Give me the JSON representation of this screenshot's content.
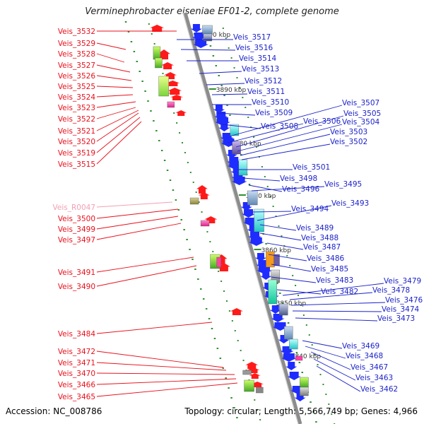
{
  "header": {
    "title": "Verminephrobacter eiseniae EF01-2, complete genome"
  },
  "footer": {
    "accession": "Accession: NC_008786",
    "summary": "Topology: circular; Length: 5,566,749 bp; Genes: 4,966"
  },
  "ruler": [
    {
      "label": "3900 kbp"
    },
    {
      "label": "3890 kbp"
    },
    {
      "label": "3880 kbp"
    },
    {
      "label": "3870 kbp"
    },
    {
      "label": "3860 kbp"
    },
    {
      "label": "3850 kbp"
    },
    {
      "label": "3840 kbp"
    }
  ],
  "colors": {
    "left_labels": "#e8101b",
    "rna_label": "#f2a0b4",
    "right_labels": "#1c22c8",
    "backbone": "#8c8c8c",
    "ticks": "#2f8f2f",
    "gene_red": "#ff1a1a",
    "gene_blue": "#1f2cff"
  },
  "left_labels": [
    {
      "text": "Veis_3532",
      "kind": "gene"
    },
    {
      "text": "Veis_3529",
      "kind": "gene"
    },
    {
      "text": "Veis_3528",
      "kind": "gene"
    },
    {
      "text": "Veis_3527",
      "kind": "gene"
    },
    {
      "text": "Veis_3526",
      "kind": "gene"
    },
    {
      "text": "Veis_3525",
      "kind": "gene"
    },
    {
      "text": "Veis_3524",
      "kind": "gene"
    },
    {
      "text": "Veis_3523",
      "kind": "gene"
    },
    {
      "text": "Veis_3522",
      "kind": "gene"
    },
    {
      "text": "Veis_3521",
      "kind": "gene"
    },
    {
      "text": "Veis_3520",
      "kind": "gene"
    },
    {
      "text": "Veis_3519",
      "kind": "gene"
    },
    {
      "text": "Veis_3515",
      "kind": "gene"
    },
    {
      "text": "Veis_R0047",
      "kind": "rna"
    },
    {
      "text": "Veis_3500",
      "kind": "gene"
    },
    {
      "text": "Veis_3499",
      "kind": "gene"
    },
    {
      "text": "Veis_3497",
      "kind": "gene"
    },
    {
      "text": "Veis_3491",
      "kind": "gene"
    },
    {
      "text": "Veis_3490",
      "kind": "gene"
    },
    {
      "text": "Veis_3484",
      "kind": "gene"
    },
    {
      "text": "Veis_3472",
      "kind": "gene"
    },
    {
      "text": "Veis_3471",
      "kind": "gene"
    },
    {
      "text": "Veis_3470",
      "kind": "gene"
    },
    {
      "text": "Veis_3466",
      "kind": "gene"
    },
    {
      "text": "Veis_3465",
      "kind": "gene"
    }
  ],
  "right_labels": [
    {
      "text": "Veis_3517"
    },
    {
      "text": "Veis_3516"
    },
    {
      "text": "Veis_3514"
    },
    {
      "text": "Veis_3513"
    },
    {
      "text": "Veis_3512"
    },
    {
      "text": "Veis_3511"
    },
    {
      "text": "Veis_3510"
    },
    {
      "text": "Veis_3509"
    },
    {
      "text": "Veis_3508"
    },
    {
      "text": "Veis_3507"
    },
    {
      "text": "Veis_3506"
    },
    {
      "text": "Veis_3505"
    },
    {
      "text": "Veis_3504"
    },
    {
      "text": "Veis_3503"
    },
    {
      "text": "Veis_3502"
    },
    {
      "text": "Veis_3501"
    },
    {
      "text": "Veis_3498"
    },
    {
      "text": "Veis_3496"
    },
    {
      "text": "Veis_3495"
    },
    {
      "text": "Veis_3494"
    },
    {
      "text": "Veis_3493"
    },
    {
      "text": "Veis_3489"
    },
    {
      "text": "Veis_3488"
    },
    {
      "text": "Veis_3487"
    },
    {
      "text": "Veis_3486"
    },
    {
      "text": "Veis_3485"
    },
    {
      "text": "Veis_3483"
    },
    {
      "text": "Veis_3482"
    },
    {
      "text": "Veis_3479"
    },
    {
      "text": "Veis_3478"
    },
    {
      "text": "Veis_3476"
    },
    {
      "text": "Veis_3474"
    },
    {
      "text": "Veis_3473"
    },
    {
      "text": "Veis_3469"
    },
    {
      "text": "Veis_3468"
    },
    {
      "text": "Veis_3467"
    },
    {
      "text": "Veis_3463"
    },
    {
      "text": "Veis_3462"
    }
  ]
}
